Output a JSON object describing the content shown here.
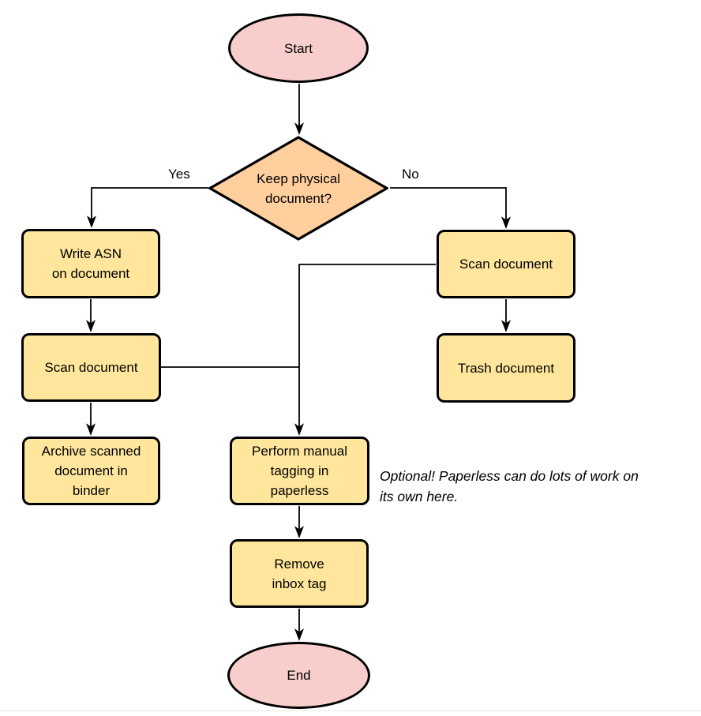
{
  "colors": {
    "canvas_bg": "#ffffff",
    "stroke": "#000000",
    "terminal_fill": "#f8cecc",
    "decision_fill": "#ffcf9e",
    "process_fill": "#ffe69c",
    "text": "#000000"
  },
  "nodes": {
    "start": {
      "shape": "terminal",
      "label": "Start"
    },
    "decision": {
      "shape": "decision",
      "label": "Keep physical\ndocument?"
    },
    "write_asn": {
      "shape": "process",
      "label": "Write ASN\non document"
    },
    "scan_left": {
      "shape": "process",
      "label": "Scan document"
    },
    "archive": {
      "shape": "process",
      "label": "Archive scanned\ndocument in\nbinder"
    },
    "scan_right": {
      "shape": "process",
      "label": "Scan document"
    },
    "trash": {
      "shape": "process",
      "label": "Trash document"
    },
    "perform": {
      "shape": "process",
      "label": "Perform manual\ntagging in\npaperless"
    },
    "remove": {
      "shape": "process",
      "label": "Remove\ninbox tag"
    },
    "end": {
      "shape": "terminal",
      "label": "End"
    }
  },
  "edges": [
    {
      "from": "start",
      "to": "decision",
      "label": ""
    },
    {
      "from": "decision",
      "to": "write_asn",
      "label": "Yes"
    },
    {
      "from": "decision",
      "to": "scan_right",
      "label": "No"
    },
    {
      "from": "write_asn",
      "to": "scan_left",
      "label": ""
    },
    {
      "from": "scan_left",
      "to": "perform",
      "label": ""
    },
    {
      "from": "scan_left",
      "to": "archive",
      "label": ""
    },
    {
      "from": "scan_right",
      "to": "trash",
      "label": ""
    },
    {
      "from": "scan_right",
      "to": "perform",
      "label": ""
    },
    {
      "from": "perform",
      "to": "remove",
      "label": ""
    },
    {
      "from": "remove",
      "to": "end",
      "label": ""
    }
  ],
  "edge_labels": {
    "yes": "Yes",
    "no": "No"
  },
  "annotation": {
    "text": "Optional! Paperless can do lots of work on\nits own here."
  }
}
